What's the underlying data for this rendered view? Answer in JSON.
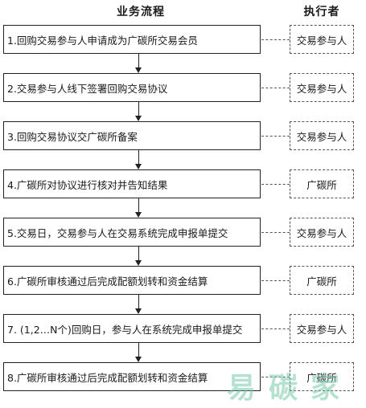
{
  "headers": {
    "flow": "业务流程",
    "executor": "执行者"
  },
  "steps": [
    {
      "text": "1.回购交易参与人申请成为广碳所交易会员",
      "executor": "交易参与人"
    },
    {
      "text": "2.交易参与人线下签署回购交易协议",
      "executor": "交易参与人"
    },
    {
      "text": "3.回购交易协议交广碳所备案",
      "executor": "交易参与人"
    },
    {
      "text": "4.广碳所对协议进行核对并告知结果",
      "executor": "广碳所"
    },
    {
      "text": "5.交易日，交易参与人在交易系统完成申报单提交",
      "executor": "交易参与人"
    },
    {
      "text": "6.广碳所审核通过后完成配额划转和资金结算",
      "executor": "广碳所"
    },
    {
      "text": "7. (1,2…N个)回购日，参与人在系统完成申报单提交",
      "executor": "交易参与人"
    },
    {
      "text": "8.广碳所审核通过后完成配额划转和资金结算",
      "executor": "广碳所"
    }
  ],
  "watermark": {
    "text": "易碳家"
  }
}
